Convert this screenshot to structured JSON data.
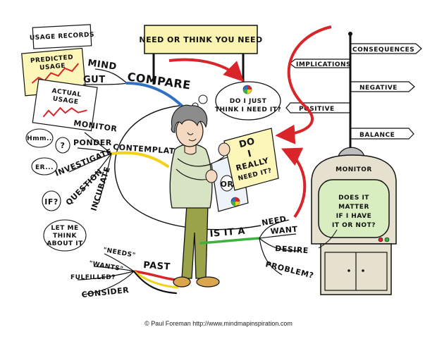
{
  "sign": "NEED OR THINK YOU NEED",
  "usage": {
    "records": "USAGE RECORDS",
    "predicted": [
      "PREDICTED",
      "USAGE"
    ],
    "actual": [
      "ACTUAL",
      "USAGE"
    ]
  },
  "compare": {
    "title": "COMPARE",
    "branches": [
      "MIND",
      "GUT"
    ]
  },
  "thought_bubble": [
    "DO I JUST",
    "THINK I NEED IT?"
  ],
  "held_paper": [
    "DO",
    "I",
    "REALLY",
    "NEED IT?"
  ],
  "paper_or": "OR",
  "contemplate": {
    "title": "CONTEMPLATE",
    "branches": [
      "MONITOR",
      "PONDER",
      "INVESTIGATE",
      "QUESTION",
      "INCUBATE"
    ]
  },
  "small_bubbles": [
    "Hmm..",
    "?",
    "ER...",
    "IF?"
  ],
  "think_bubble": [
    "LET ME",
    "THINK",
    "ABOUT IT"
  ],
  "past": {
    "title": "PAST",
    "branches": [
      "\"NEEDS\"",
      "\"WANTS\"",
      "FULFILLED?",
      "CONSIDER"
    ]
  },
  "is_it_a": {
    "title": "IS IT A",
    "branches": [
      "NEED",
      "WANT",
      "DESIRE",
      "PROBLEM?"
    ]
  },
  "signpost": {
    "left": [
      "IMPLICATIONS",
      "POSITIVE"
    ],
    "right": [
      "CONSEQUENCES",
      "NEGATIVE",
      "BALANCE"
    ]
  },
  "monitor": {
    "label": "MONITOR",
    "screen": [
      "DOES IT",
      "MATTER",
      "IF I HAVE",
      "IT OR NOT?"
    ]
  },
  "credit": "© Paul Foreman http://www.mindmapinspiration.com",
  "colors": {
    "red": "#d9242a",
    "blue": "#2f6fc4",
    "yellow": "#f2d21a",
    "green": "#3bb23b",
    "paper": "#fcf6b8",
    "sign": "#fbf3b0",
    "jumper": "#d7e3c2",
    "trousers": "#9aa34a",
    "monitor_body": "#e6e0cf",
    "screen": "#d8eec0",
    "hair": "#8c8c8c",
    "shoes": "#d9a54e"
  }
}
